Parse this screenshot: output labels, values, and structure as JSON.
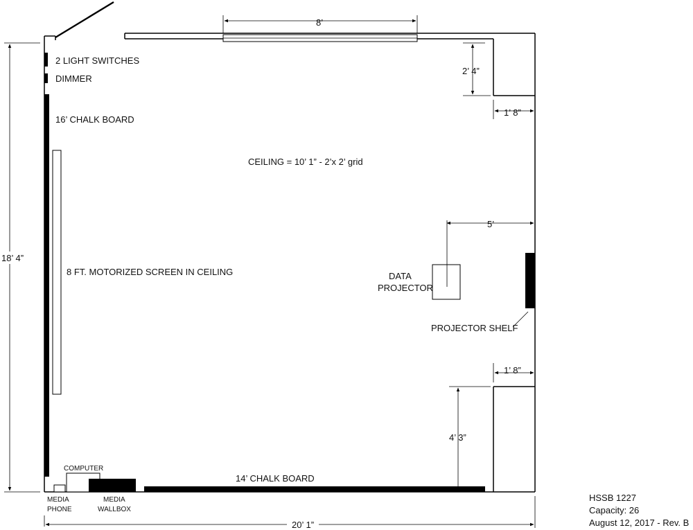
{
  "plan": {
    "labels": {
      "light_switches": "2 LIGHT SWITCHES",
      "dimmer": "DIMMER",
      "chalk_board_left": "16’ CHALK BOARD",
      "ceiling": "CEILING = 10’ 1” - 2’x 2’ grid",
      "screen": "8 FT. MOTORIZED SCREEN IN CEILING",
      "data_projector_line1": "DATA",
      "data_projector_line2": "PROJECTOR",
      "projector_shelf": "PROJECTOR SHELF",
      "computer": "COMPUTER",
      "chalk_board_bottom": "14’ CHALK BOARD",
      "media_phone_line1": "MEDIA",
      "media_phone_line2": "PHONE",
      "media_wallbox_line1": "MEDIA",
      "media_wallbox_line2": "WALLBOX"
    },
    "dimensions": {
      "window_width": "8’",
      "top_notch_depth": "2’ 4”",
      "top_notch_width": "1’ 8”",
      "projector_offset": "5’",
      "bottom_notch_width": "1’ 8”",
      "bottom_notch_height": "4’ 3”",
      "room_depth": "18’ 4”",
      "room_width": "20’ 1”"
    },
    "info": {
      "room": "HSSB 1227",
      "capacity": "Capacity: 26",
      "date_rev": "August 12, 2017 - Rev. B"
    }
  }
}
